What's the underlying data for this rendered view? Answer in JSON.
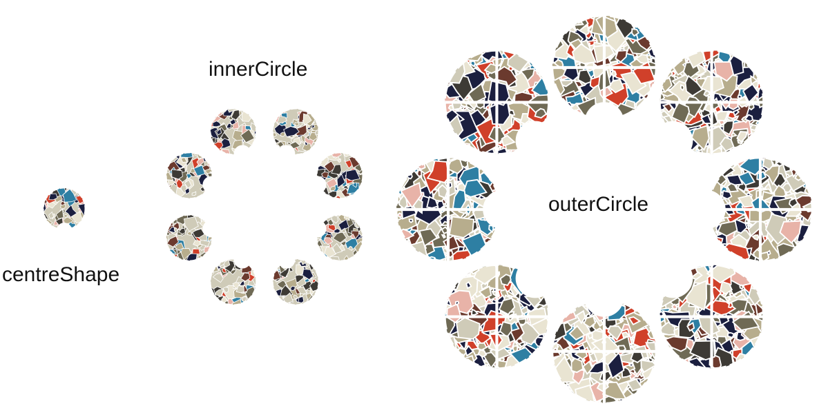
{
  "labels": {
    "centre": "centreShape",
    "inner": "innerCircle",
    "outer": "outerCircle"
  },
  "groups": {
    "centre_count": 1,
    "inner_count": 8,
    "outer_count": 8
  },
  "palette": {
    "navy": "#1b1f3f",
    "red": "#d0402a",
    "khaki": "#b7ad8d",
    "olive": "#6f6a55",
    "stone": "#cfcbb8",
    "teal": "#2e7fa3",
    "brown": "#6b3a2e",
    "pink": "#e8b3a8",
    "cream": "#e9e4d2",
    "charcoal": "#3d3a35"
  }
}
